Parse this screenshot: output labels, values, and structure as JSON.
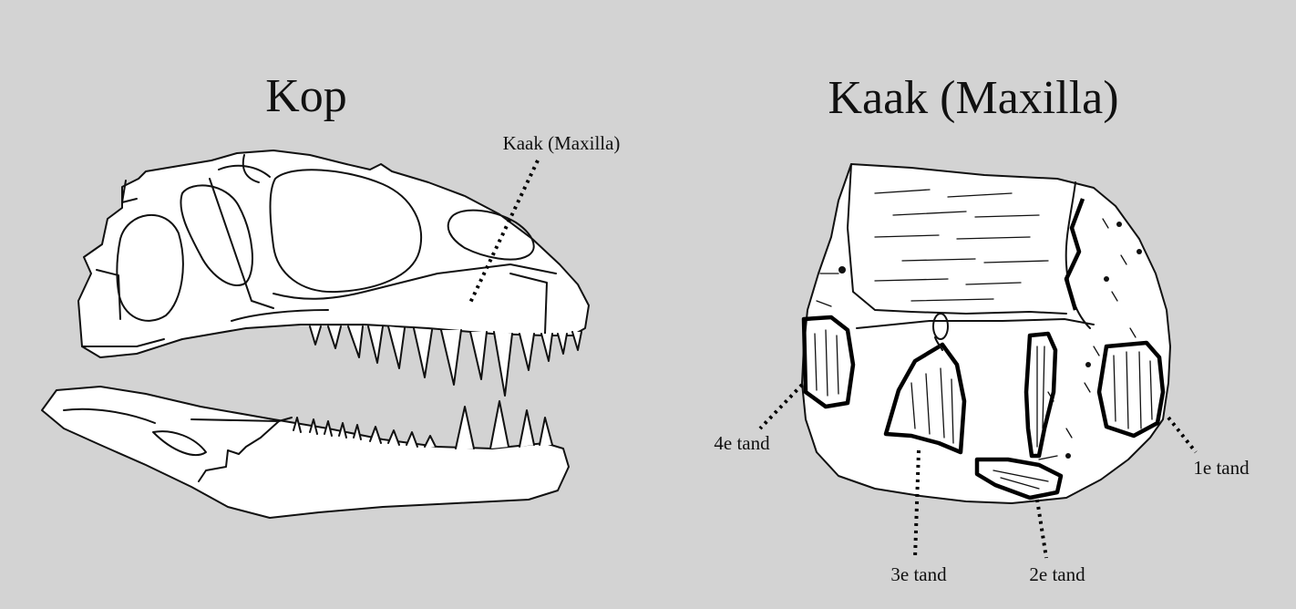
{
  "left_panel": {
    "title": "Kop",
    "callout": "Kaak (Maxilla)"
  },
  "right_panel": {
    "title": "Kaak (Maxilla)",
    "teeth": {
      "first": "1e tand",
      "second": "2e tand",
      "third": "3e tand",
      "fourth": "4e tand"
    }
  },
  "colors": {
    "background": "#d3d3d3",
    "ink": "#111111",
    "paper": "#ffffff"
  }
}
